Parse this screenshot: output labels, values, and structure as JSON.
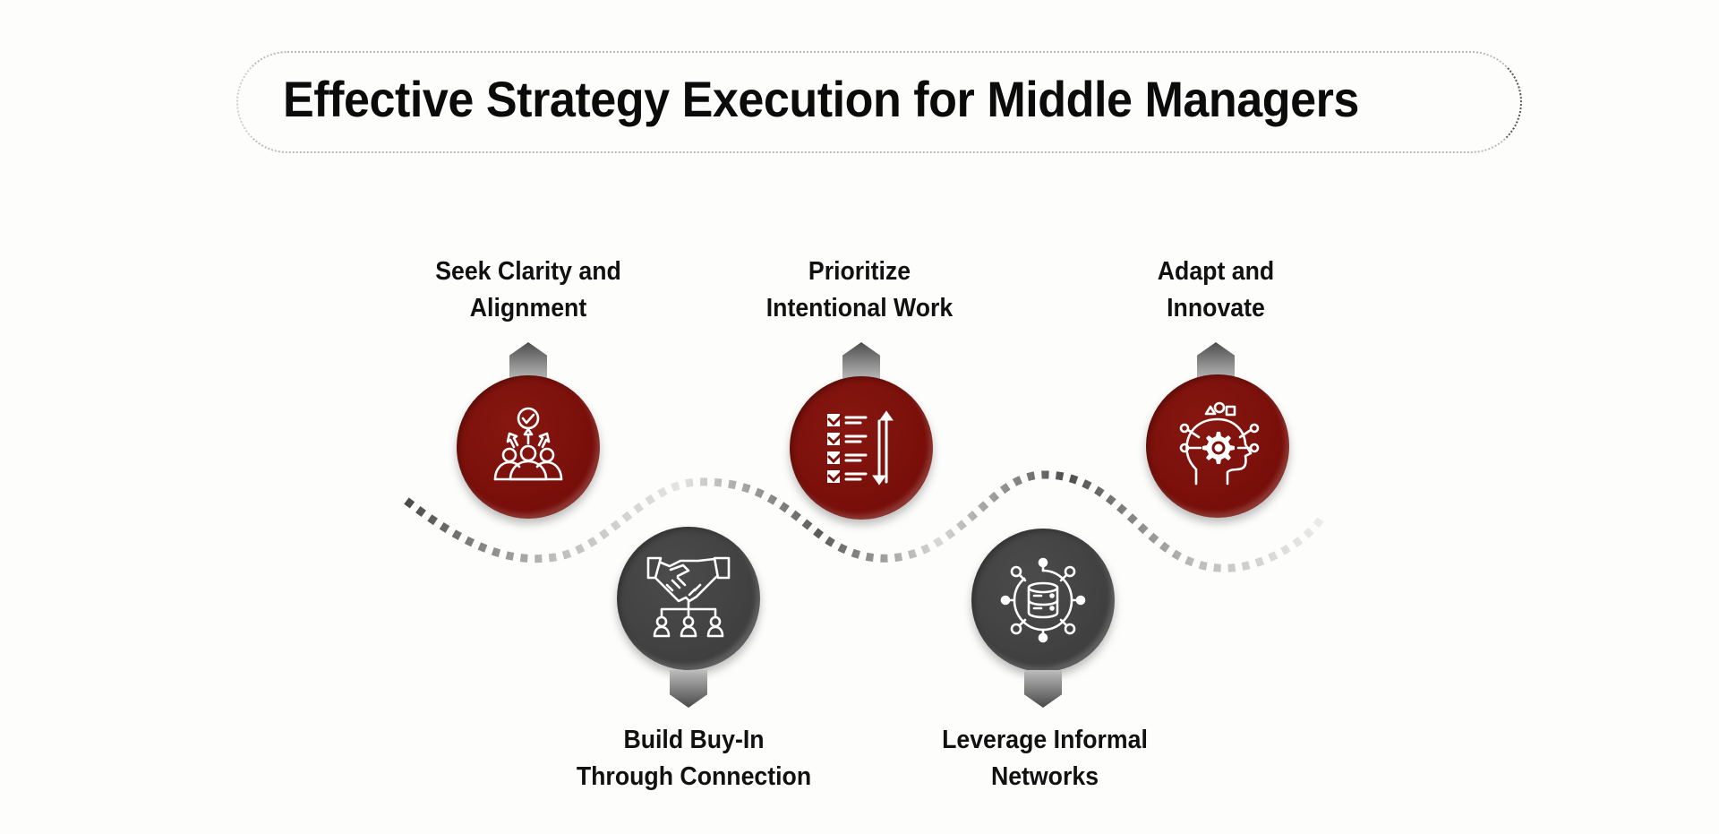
{
  "title": "Effective Strategy Execution for Middle Managers",
  "colors": {
    "accent_red": "#7a0f0a",
    "accent_gray": "#424242",
    "text": "#111111",
    "background": "#fdfdfc"
  },
  "steps": [
    {
      "line1": "Seek Clarity and",
      "line2": "Alignment",
      "icon": "team-alignment-icon",
      "color": "red",
      "position": "top"
    },
    {
      "line1": "Build Buy-In",
      "line2": "Through Connection",
      "icon": "handshake-network-icon",
      "color": "gray",
      "position": "bottom"
    },
    {
      "line1": "Prioritize",
      "line2": "Intentional Work",
      "icon": "checklist-priority-icon",
      "color": "red",
      "position": "top"
    },
    {
      "line1": "Leverage Informal",
      "line2": "Networks",
      "icon": "database-network-icon",
      "color": "gray",
      "position": "bottom"
    },
    {
      "line1": "Adapt and",
      "line2": "Innovate",
      "icon": "head-gear-innovation-icon",
      "color": "red",
      "position": "top"
    }
  ]
}
